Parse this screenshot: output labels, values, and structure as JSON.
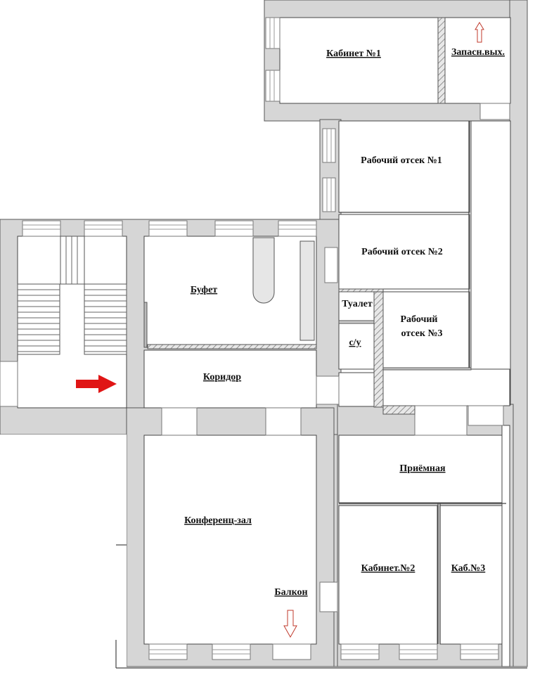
{
  "plan": {
    "wall_color": "#d6d6d6",
    "line_color": "#555555",
    "arrow_color": "#e01515",
    "exit_arrow_color": "#c0392b",
    "rooms": {
      "cabinet1": "Кабинет №1",
      "emergency_exit": "Запасн.вых.",
      "work_area_1": "Рабочий отсек №1",
      "work_area_2": "Рабочий отсек №2",
      "work_area_3_line1": "Рабочий",
      "work_area_3_line2": "отсек №3",
      "toilet": "Туалет",
      "wc": "с/у",
      "buffet": "Буфет",
      "corridor": "Коридор",
      "reception": "Приёмная",
      "conference_hall": "Конференц-зал",
      "balcony": "Балкон",
      "cabinet2": "Кабинет.№2",
      "cabinet3": "Каб.№3"
    }
  }
}
